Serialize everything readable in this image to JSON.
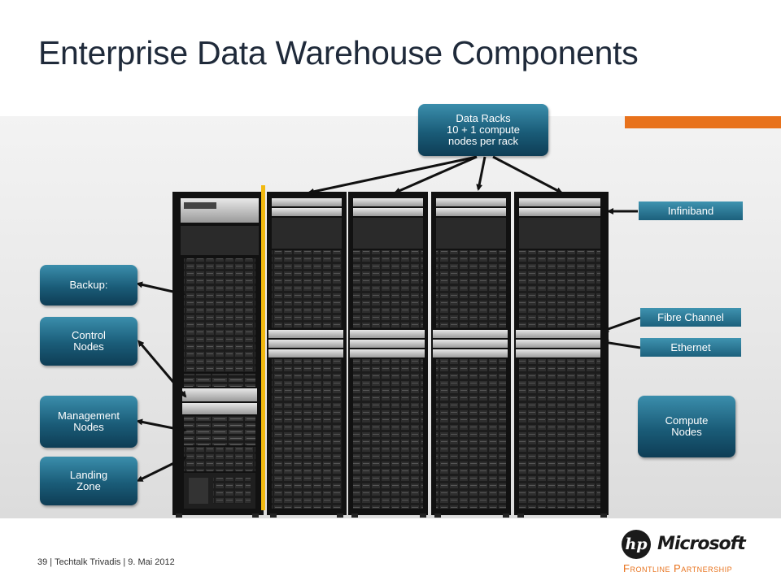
{
  "slide": {
    "title": "Enterprise Data Warehouse Components"
  },
  "callouts": {
    "data_racks": "Data Racks\n10 + 1 compute\nnodes per rack",
    "backup": "Backup:",
    "control_nodes": "Control\nNodes",
    "management_nodes": "Management\nNodes",
    "landing_zone": "Landing\nZone",
    "compute_nodes": "Compute\nNodes"
  },
  "tags": {
    "infiniband": "Infiniband",
    "fibre_channel": "Fibre Channel",
    "ethernet": "Ethernet"
  },
  "footer": {
    "page": "39",
    "event": "Techtalk Trivadis",
    "date": "9. Mai 2012"
  },
  "logos": {
    "hp": "hp",
    "microsoft": "Microsoft",
    "partnership": "Frontline Partnership"
  },
  "colors": {
    "accent_orange": "#e8721c",
    "callout_blue": "#1a5c78",
    "highlight_yellow": "#f2b90f"
  }
}
